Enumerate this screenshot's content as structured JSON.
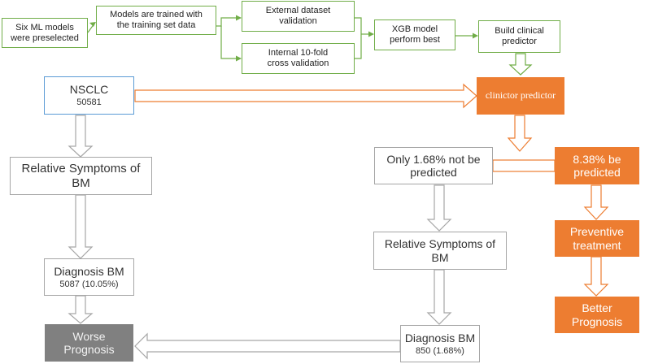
{
  "colors": {
    "green": "#70ad47",
    "blue": "#5b9bd5",
    "orange": "#ed7d31",
    "gray": "#a6a6a6",
    "dark_gray": "#808080"
  },
  "nodes": {
    "six_ml": {
      "line1": "Six ML models",
      "line2": "were preselected"
    },
    "models_trained": {
      "line1": "Models are trained with",
      "line2": "the training set data"
    },
    "external_val": {
      "line1": "External dataset",
      "line2": "validation"
    },
    "internal_val": {
      "line1": "Internal 10-fold",
      "line2": "cross validation"
    },
    "xgb": {
      "line1": "XGB model",
      "line2": "perform best"
    },
    "build_clinical": {
      "line1": "Build clinical",
      "line2": "predictor"
    },
    "nsclc": {
      "title": "NSCLC",
      "count": "50581"
    },
    "clinictor": {
      "label": "clinictor predictor"
    },
    "relative_left": {
      "line1": "Relative Symptoms of",
      "line2": "BM"
    },
    "diagnosis_left": {
      "title": "Diagnosis BM",
      "count": "5087 (10.05%)"
    },
    "worse": {
      "line1": "Worse",
      "line2": "Prognosis"
    },
    "only_not": {
      "line1": "Only 1.68% not be",
      "line2": "predicted"
    },
    "be_predicted": {
      "line1": "8.38% be",
      "line2": "predicted"
    },
    "relative_right": {
      "line1": "Relative Symptoms of",
      "line2": "BM"
    },
    "diagnosis_right": {
      "title": "Diagnosis BM",
      "count": "850 (1.68%)"
    },
    "preventive": {
      "line1": "Preventive",
      "line2": "treatment"
    },
    "better": {
      "line1": "Better",
      "line2": "Prognosis"
    }
  }
}
